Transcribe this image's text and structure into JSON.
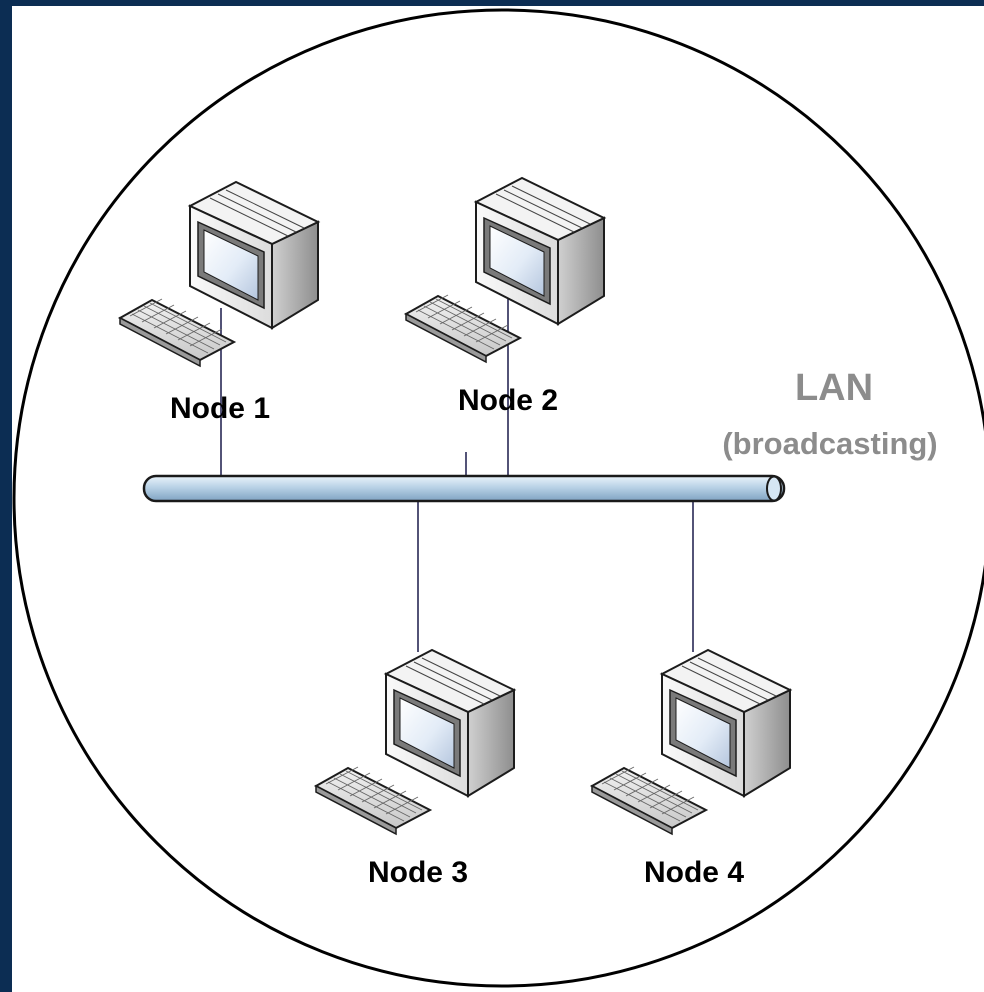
{
  "network": {
    "title": "LAN",
    "subtitle": "(broadcasting)",
    "colors": {
      "background": "#0c2d53",
      "lan_text": "#8c8c8c",
      "bus_fill": "#b9d2e6",
      "bus_stroke": "#1a1a1a"
    }
  },
  "nodes": [
    {
      "label": "Node 1",
      "icon": "computer-icon"
    },
    {
      "label": "Node 2",
      "icon": "computer-icon"
    },
    {
      "label": "Node 3",
      "icon": "computer-icon"
    },
    {
      "label": "Node 4",
      "icon": "computer-icon"
    }
  ]
}
